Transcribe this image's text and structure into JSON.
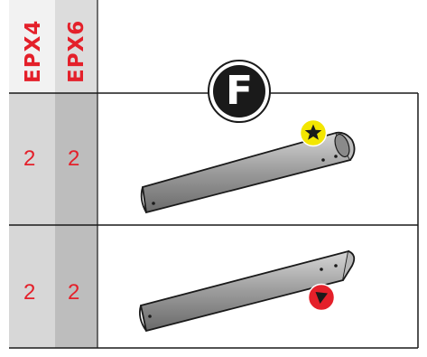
{
  "header": {
    "col1_label": "EPX4",
    "col2_label": "EPX6"
  },
  "step": {
    "letter": "F"
  },
  "rows": [
    {
      "epx4_qty": "2",
      "epx6_qty": "2",
      "part_icon": "star-icon"
    },
    {
      "epx4_qty": "2",
      "epx6_qty": "2",
      "part_icon": "triangle-icon"
    }
  ],
  "colors": {
    "accent": "#e4202a",
    "badge_bg": "#1a1a1a",
    "star_badge": "#f3e600",
    "triangle_badge": "#e4202a"
  }
}
